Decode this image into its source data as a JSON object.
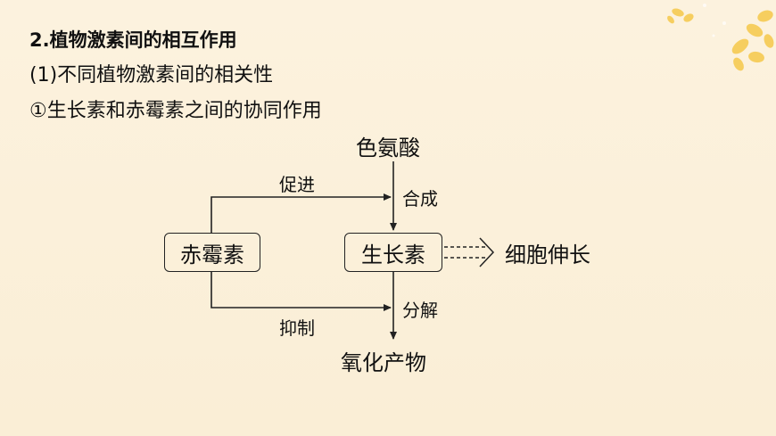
{
  "heading": {
    "number": "2.",
    "title": "植物激素间的相互作用"
  },
  "subheading": "(1)不同植物激素间的相关性",
  "item": "①生长素和赤霉素之间的协同作用",
  "diagram": {
    "top_node": "色氨酸",
    "synthesis": "合成",
    "gibberellin": "赤霉素",
    "auxin": "生长素",
    "promote": "促进",
    "inhibit": "抑制",
    "decompose": "分解",
    "product": "氧化产物",
    "effect": "细胞伸长"
  },
  "colors": {
    "background": "#fbf0da",
    "flower": "#f5c542",
    "line": "#222222"
  }
}
